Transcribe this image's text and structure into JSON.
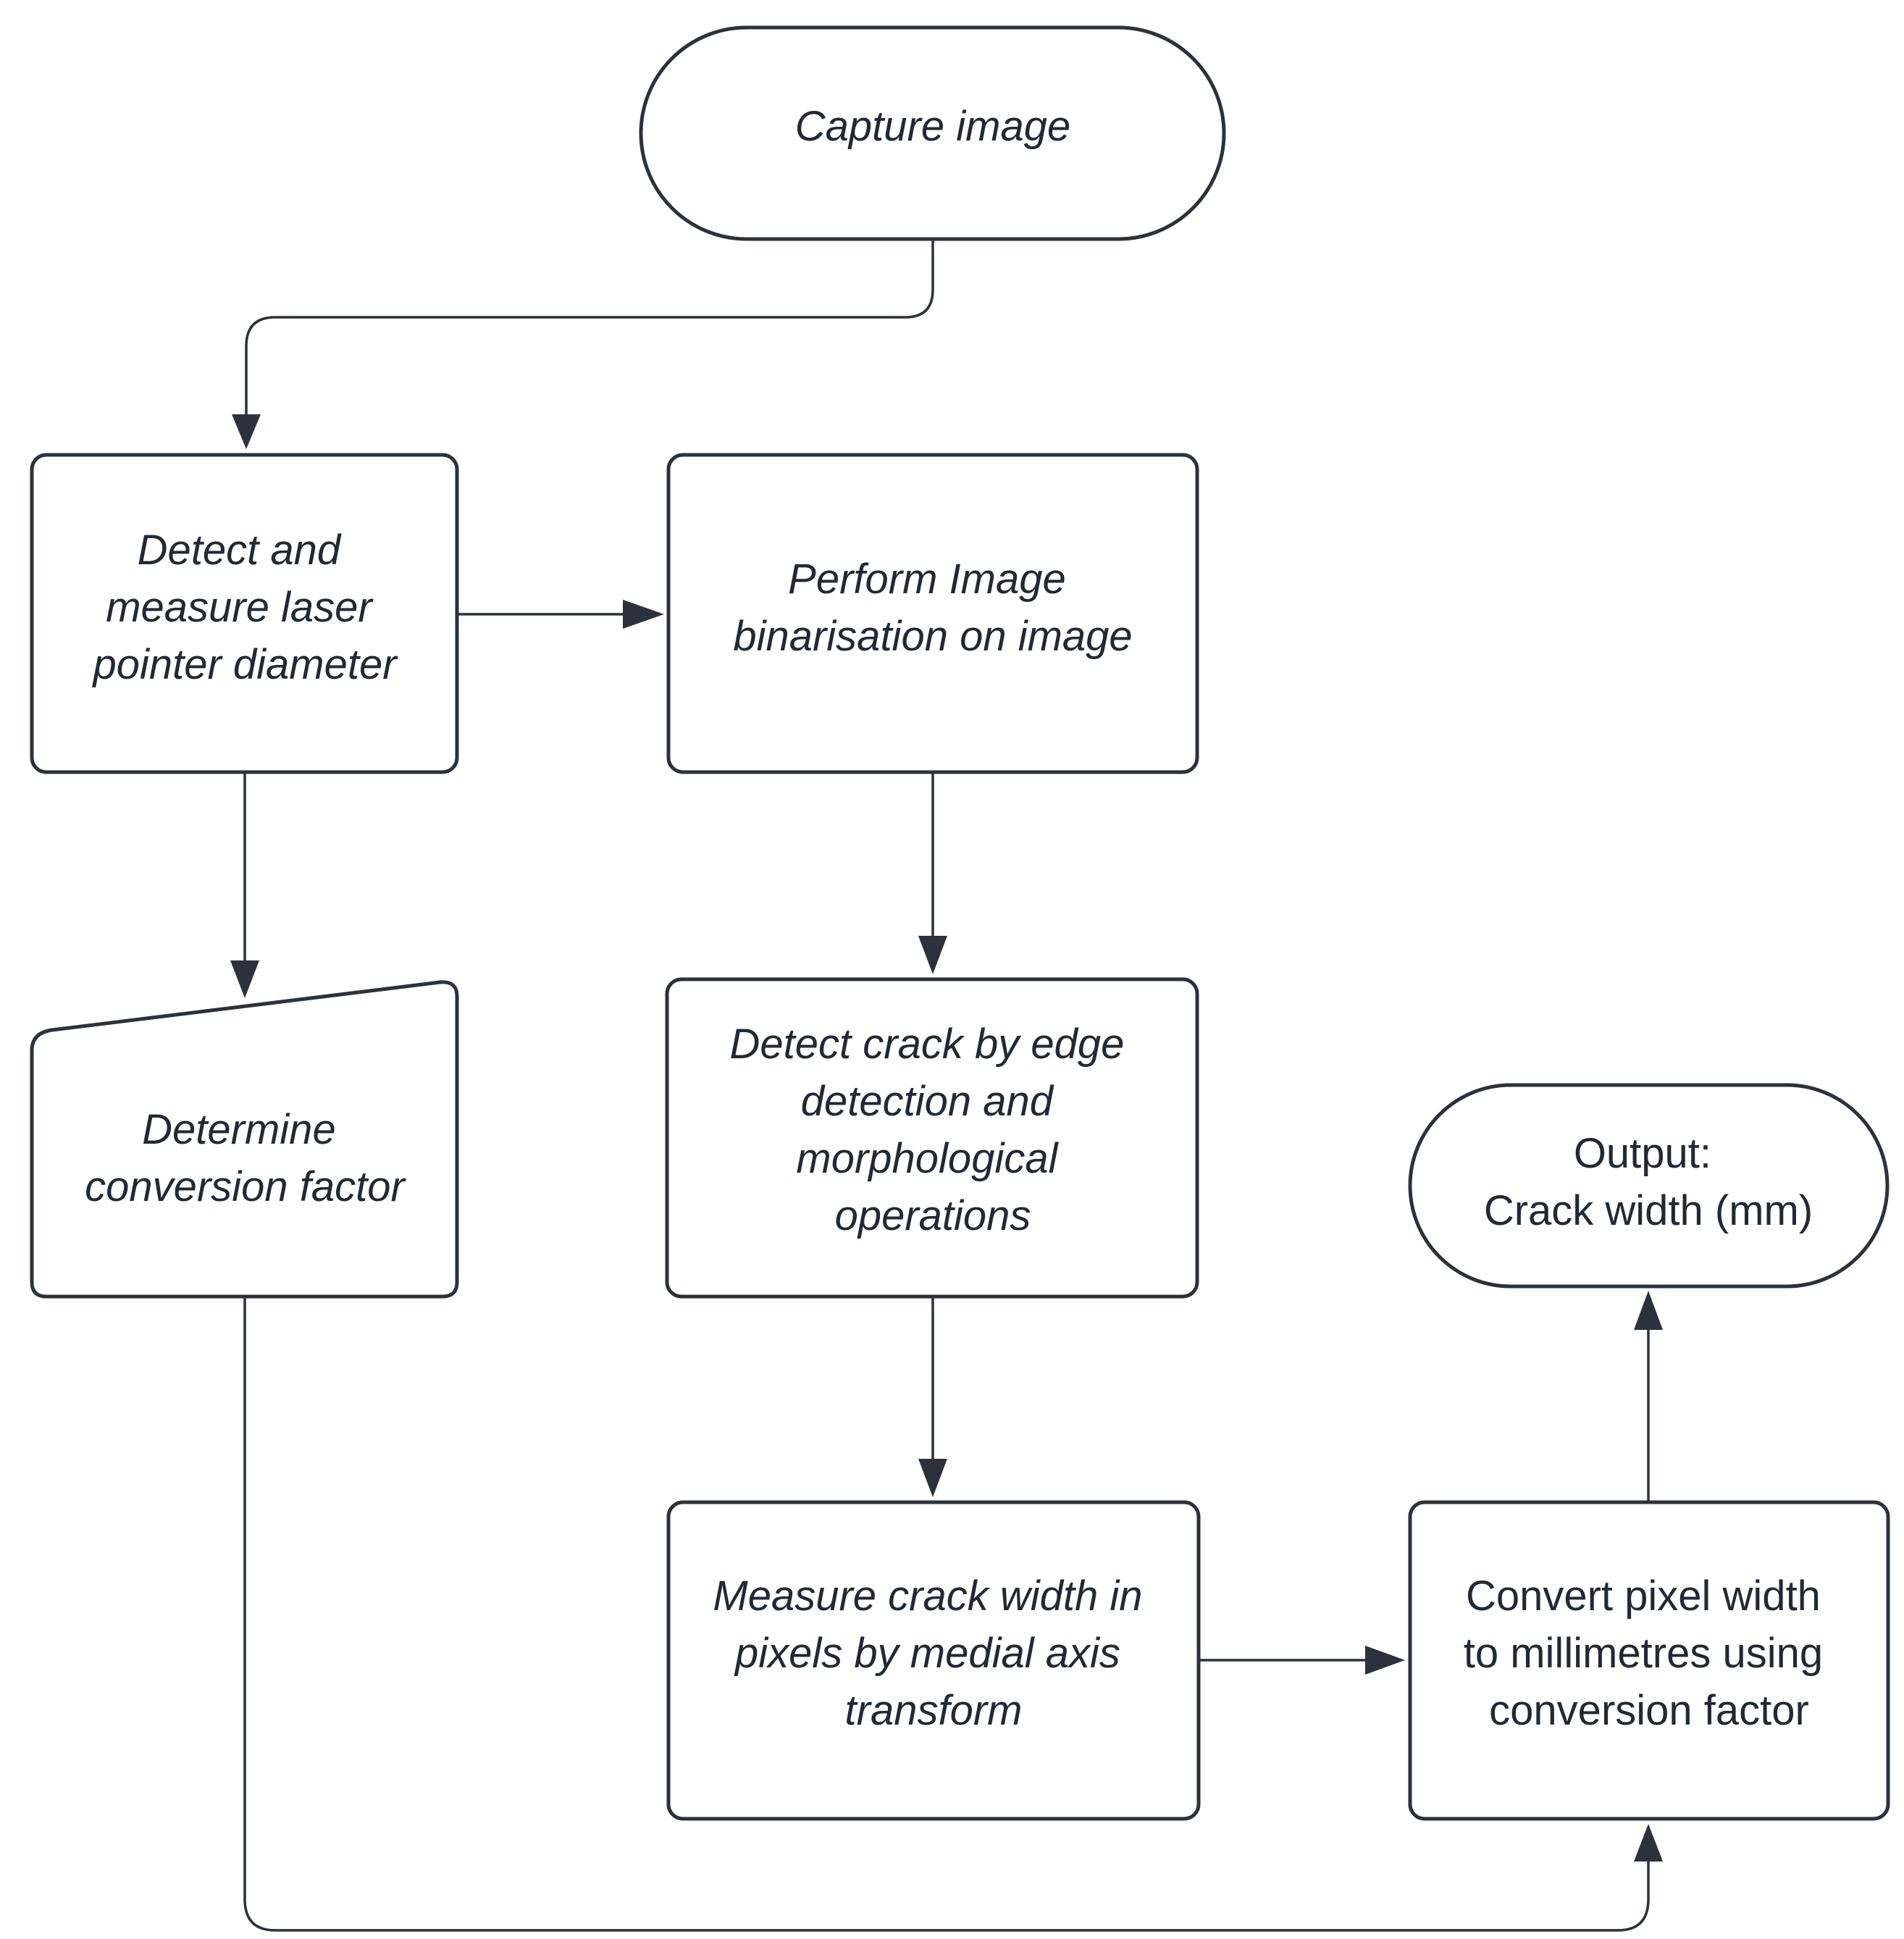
{
  "nodes": {
    "capture": {
      "lines": [
        "Capture image"
      ]
    },
    "detect_laser": {
      "lines": [
        "Detect and",
        "measure laser",
        "pointer diameter"
      ]
    },
    "binarisation": {
      "lines": [
        "Perform Image",
        "binarisation on image"
      ]
    },
    "conversion_factor": {
      "lines": [
        "Determine",
        "conversion factor"
      ]
    },
    "detect_crack": {
      "lines": [
        "Detect crack by edge",
        "detection and",
        "morphological",
        "operations"
      ]
    },
    "measure_width": {
      "lines": [
        "Measure crack width in",
        "pixels by medial axis",
        "transform"
      ]
    },
    "convert": {
      "lines": [
        "Convert pixel width",
        "to millimetres using",
        "conversion factor"
      ]
    },
    "output": {
      "lines": [
        "Output:",
        "Crack width (mm)"
      ]
    }
  },
  "edges": [
    {
      "from": "capture",
      "to": "detect_laser"
    },
    {
      "from": "detect_laser",
      "to": "binarisation"
    },
    {
      "from": "detect_laser",
      "to": "conversion_factor"
    },
    {
      "from": "binarisation",
      "to": "detect_crack"
    },
    {
      "from": "detect_crack",
      "to": "measure_width"
    },
    {
      "from": "measure_width",
      "to": "convert"
    },
    {
      "from": "conversion_factor",
      "to": "convert"
    },
    {
      "from": "convert",
      "to": "output"
    }
  ],
  "colors": {
    "stroke": "#2c313c",
    "text": "#232836",
    "background": "#ffffff"
  }
}
